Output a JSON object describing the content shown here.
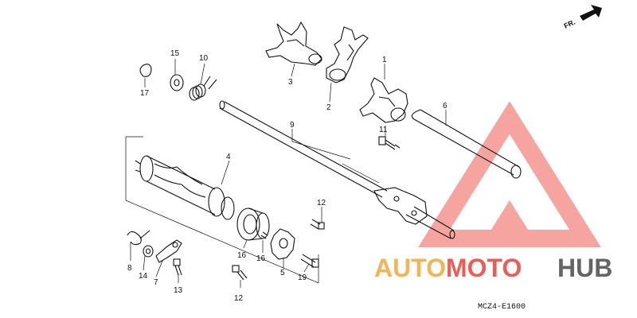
{
  "diagram": {
    "code": "MCZ4-E1600",
    "direction_label": "FR.",
    "watermark": {
      "part1": "AUTO",
      "part2": "MOTO",
      "part3": "HUB"
    },
    "callouts": [
      {
        "id": "c1",
        "label": "1"
      },
      {
        "id": "c2",
        "label": "2"
      },
      {
        "id": "c3",
        "label": "3"
      },
      {
        "id": "c4",
        "label": "4"
      },
      {
        "id": "c5",
        "label": "5"
      },
      {
        "id": "c6",
        "label": "6"
      },
      {
        "id": "c7",
        "label": "7"
      },
      {
        "id": "c8",
        "label": "8"
      },
      {
        "id": "c9",
        "label": "9"
      },
      {
        "id": "c10",
        "label": "10"
      },
      {
        "id": "c11",
        "label": "11"
      },
      {
        "id": "c12a",
        "label": "12"
      },
      {
        "id": "c12b",
        "label": "12"
      },
      {
        "id": "c13",
        "label": "13"
      },
      {
        "id": "c14",
        "label": "14"
      },
      {
        "id": "c15",
        "label": "15"
      },
      {
        "id": "c16a",
        "label": "16"
      },
      {
        "id": "c16b",
        "label": "16"
      },
      {
        "id": "c17",
        "label": "17"
      },
      {
        "id": "c19",
        "label": "19"
      }
    ],
    "colors": {
      "line": "#111111",
      "watermark_red": "#e8433a",
      "watermark_orange": "#f2a73a",
      "watermark_gray": "#555555"
    }
  }
}
